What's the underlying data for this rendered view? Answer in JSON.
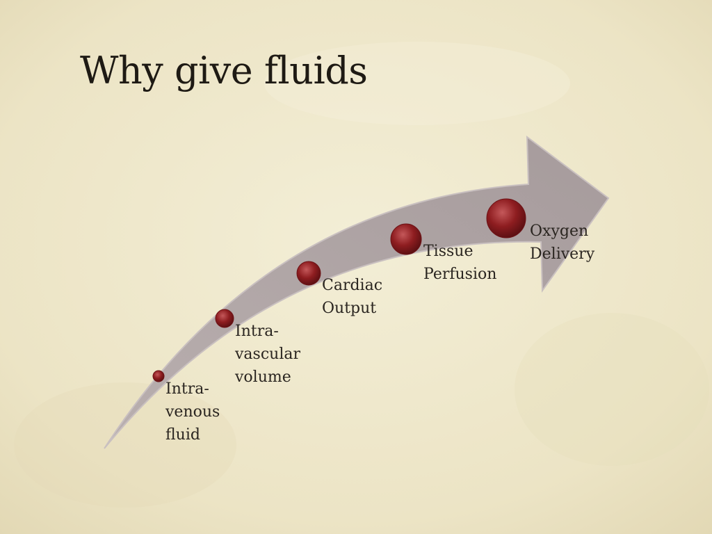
{
  "slide": {
    "title": "Why give fluids"
  },
  "colors": {
    "background": "#efe9cd",
    "arrow": "#aca1a2",
    "arrow_edge": "#c6bdbd",
    "bead": "#8e1d20",
    "bead_highlight": "#c4585a",
    "text": "#2a2520"
  },
  "steps": [
    {
      "label": "Intra-\nvenous\nfluid"
    },
    {
      "label": "Intra-\nvascular\nvolume"
    },
    {
      "label": "Cardiac\nOutput"
    },
    {
      "label": "Tissue\nPerfusion"
    },
    {
      "label": "Oxygen\nDelivery"
    }
  ]
}
